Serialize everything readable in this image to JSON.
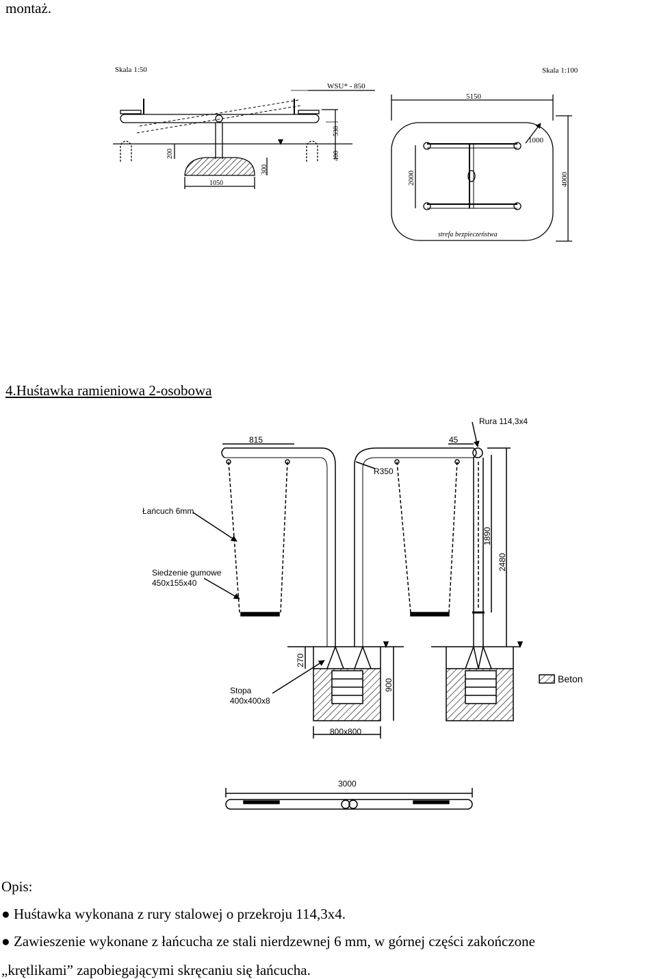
{
  "top_text": "montaż.",
  "figure1": {
    "scale_left": "Skala 1:50",
    "scale_right": "Skala 1:100",
    "wsu": "WSU* - 850",
    "dim_530": "530",
    "dim_400": "400",
    "dim_200": "200",
    "dim_300": "300",
    "dim_1050": "1050",
    "dim_5150": "5150",
    "dim_1000": "1000",
    "dim_2000": "2000",
    "dim_4000": "4000",
    "safety_zone": "strefa bezpieczeństwa"
  },
  "section_heading": "4.Huśtawka ramieniowa 2-osobowa",
  "figure2": {
    "pipe": "Rura 114,3x4",
    "dim_815": "815",
    "dim_45": "45",
    "radius": "R350",
    "chain": "Łańcuch 6mm",
    "seat_line1": "Siedzenie gumowe",
    "seat_line2": "450x155x40",
    "dim_1890": "1890",
    "dim_2480": "2480",
    "dim_270": "270",
    "dim_900": "900",
    "foot_line1": "Stopa",
    "foot_line2": "400x400x8",
    "dim_800": "800x800",
    "concrete": "Beton",
    "dim_3000": "3000"
  },
  "description": {
    "label": "Opis:",
    "bullet": "●",
    "item1": "Huśtawka wykonana z rury stalowej o przekroju  114,3x4.",
    "item2_line1": "Zawieszenie wykonane z łańcucha ze stali nierdzewnej  6 mm, w górnej części zakończone",
    "item2_line2": "„krętlikami” zapobiegającymi skręcaniu się łańcucha."
  }
}
